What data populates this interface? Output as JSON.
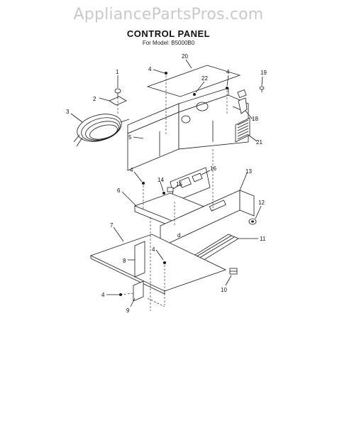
{
  "watermark": "AppliancePartsPros.com",
  "header": {
    "title": "CONTROL PANEL",
    "subtitle": "For Model: B5000B0"
  },
  "callouts": {
    "c1": "1",
    "c2": "2",
    "c3": "3",
    "c4a": "4",
    "c4b": "4",
    "c4c": "4",
    "c4d": "4",
    "c4e": "4",
    "c5": "5",
    "c6": "6",
    "c7": "7",
    "c8": "8",
    "c9": "9",
    "c10": "10",
    "c11": "11",
    "c12": "12",
    "c13": "13",
    "c14": "14",
    "c15": "15",
    "c16": "16",
    "c18": "18",
    "c19": "19",
    "c20": "20",
    "c21": "21",
    "c22": "22"
  },
  "panel_marking": "d"
}
